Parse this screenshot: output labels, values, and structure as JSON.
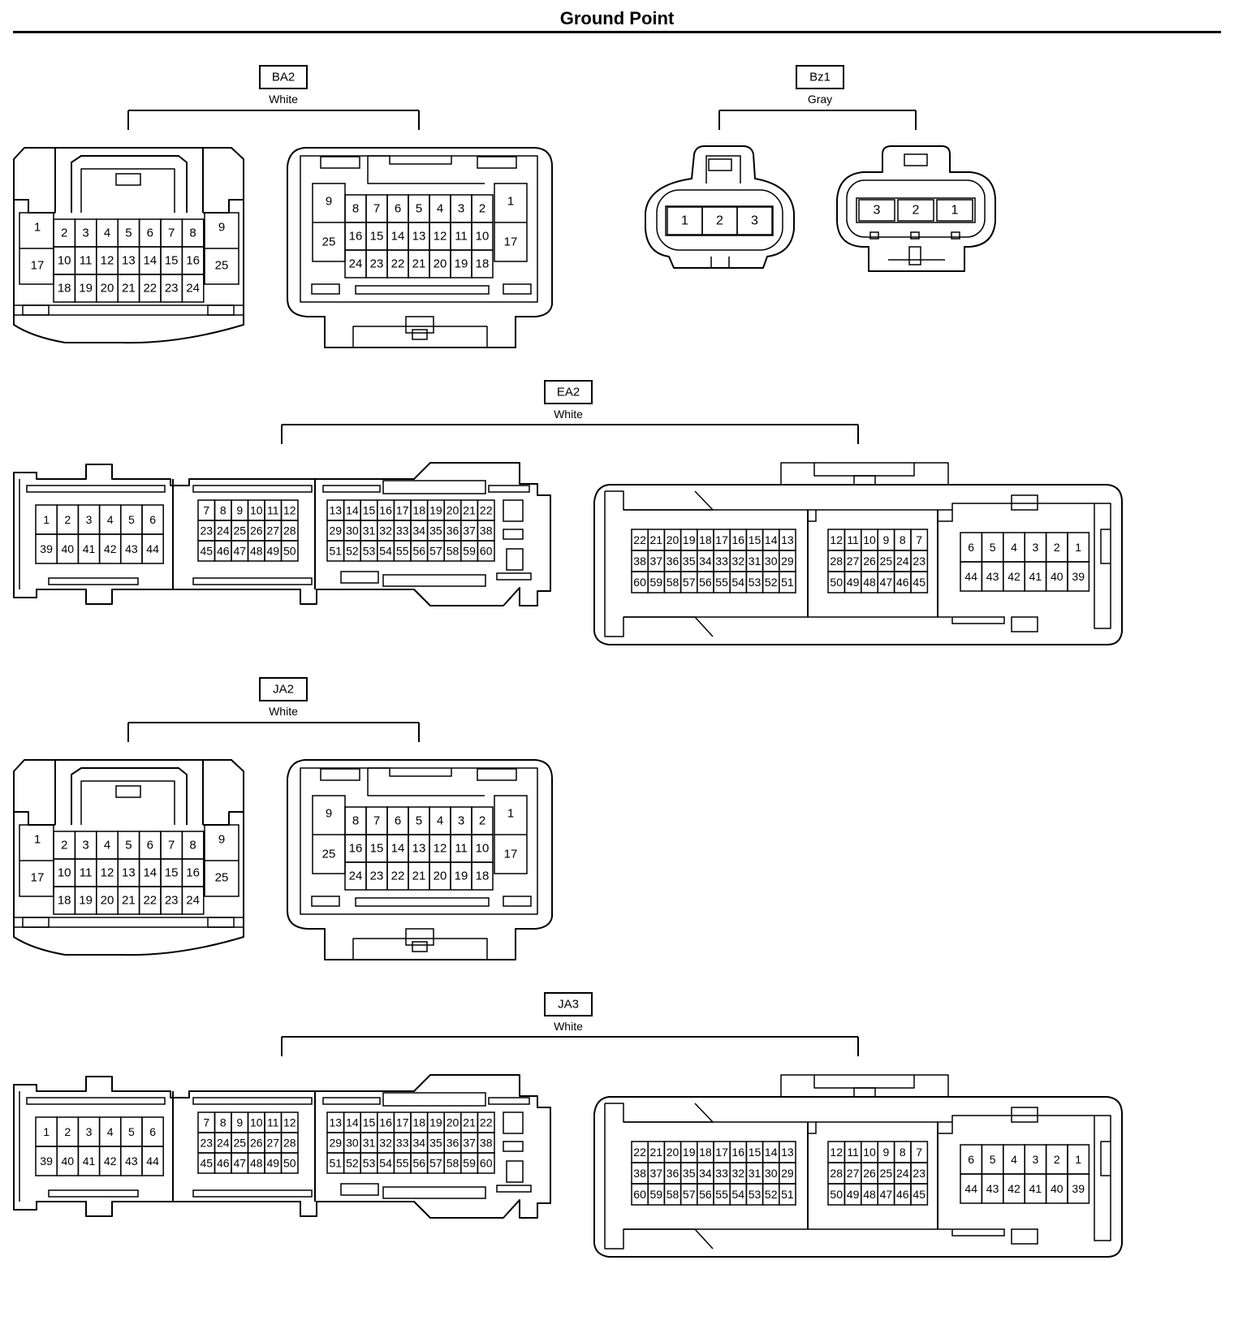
{
  "title": "Ground Point",
  "connectors": [
    {
      "id": "BA2",
      "color": "White",
      "left": {
        "single": {
          "top": "1",
          "bottom": "17"
        },
        "rows": [
          [
            "2",
            "3",
            "4",
            "5",
            "6",
            "7",
            "8"
          ],
          [
            "10",
            "11",
            "12",
            "13",
            "14",
            "15",
            "16"
          ],
          [
            "18",
            "19",
            "20",
            "21",
            "22",
            "23",
            "24"
          ]
        ],
        "single_right": {
          "top": "9",
          "bottom": "25"
        }
      },
      "right": {
        "single": {
          "top": "9",
          "bottom": "25"
        },
        "rows": [
          [
            "8",
            "7",
            "6",
            "5",
            "4",
            "3",
            "2"
          ],
          [
            "16",
            "15",
            "14",
            "13",
            "12",
            "11",
            "10"
          ],
          [
            "24",
            "23",
            "22",
            "21",
            "20",
            "19",
            "18"
          ]
        ],
        "single_right": {
          "top": "1",
          "bottom": "17"
        }
      }
    },
    {
      "id": "Bz1",
      "color": "Gray",
      "left": [
        "1",
        "2",
        "3"
      ],
      "right": [
        "3",
        "2",
        "1"
      ]
    },
    {
      "id": "EA2",
      "color": "White",
      "left": {
        "g1": [
          [
            "1",
            "2",
            "3",
            "4",
            "5",
            "6"
          ],
          [
            "39",
            "40",
            "41",
            "42",
            "43",
            "44"
          ]
        ],
        "g2": [
          [
            "7",
            "8",
            "9",
            "10",
            "11",
            "12"
          ],
          [
            "23",
            "24",
            "25",
            "26",
            "27",
            "28"
          ],
          [
            "45",
            "46",
            "47",
            "48",
            "49",
            "50"
          ]
        ],
        "g3": [
          [
            "13",
            "14",
            "15",
            "16",
            "17",
            "18",
            "19",
            "20",
            "21",
            "22"
          ],
          [
            "29",
            "30",
            "31",
            "32",
            "33",
            "34",
            "35",
            "36",
            "37",
            "38"
          ],
          [
            "51",
            "52",
            "53",
            "54",
            "55",
            "56",
            "57",
            "58",
            "59",
            "60"
          ]
        ]
      },
      "right": {
        "g1": [
          [
            "22",
            "21",
            "20",
            "19",
            "18",
            "17",
            "16",
            "15",
            "14",
            "13"
          ],
          [
            "38",
            "37",
            "36",
            "35",
            "34",
            "33",
            "32",
            "31",
            "30",
            "29"
          ],
          [
            "60",
            "59",
            "58",
            "57",
            "56",
            "55",
            "54",
            "53",
            "52",
            "51"
          ]
        ],
        "g2": [
          [
            "12",
            "11",
            "10",
            "9",
            "8",
            "7"
          ],
          [
            "28",
            "27",
            "26",
            "25",
            "24",
            "23"
          ],
          [
            "50",
            "49",
            "48",
            "47",
            "46",
            "45"
          ]
        ],
        "g3": [
          [
            "6",
            "5",
            "4",
            "3",
            "2",
            "1"
          ],
          [
            "44",
            "43",
            "42",
            "41",
            "40",
            "39"
          ]
        ]
      }
    },
    {
      "id": "JA2",
      "color": "White",
      "left": {
        "single": {
          "top": "1",
          "bottom": "17"
        },
        "rows": [
          [
            "2",
            "3",
            "4",
            "5",
            "6",
            "7",
            "8"
          ],
          [
            "10",
            "11",
            "12",
            "13",
            "14",
            "15",
            "16"
          ],
          [
            "18",
            "19",
            "20",
            "21",
            "22",
            "23",
            "24"
          ]
        ],
        "single_right": {
          "top": "9",
          "bottom": "25"
        }
      },
      "right": {
        "single": {
          "top": "9",
          "bottom": "25"
        },
        "rows": [
          [
            "8",
            "7",
            "6",
            "5",
            "4",
            "3",
            "2"
          ],
          [
            "16",
            "15",
            "14",
            "13",
            "12",
            "11",
            "10"
          ],
          [
            "24",
            "23",
            "22",
            "21",
            "20",
            "19",
            "18"
          ]
        ],
        "single_right": {
          "top": "1",
          "bottom": "17"
        }
      }
    },
    {
      "id": "JA3",
      "color": "White",
      "left": {
        "g1": [
          [
            "1",
            "2",
            "3",
            "4",
            "5",
            "6"
          ],
          [
            "39",
            "40",
            "41",
            "42",
            "43",
            "44"
          ]
        ],
        "g2": [
          [
            "7",
            "8",
            "9",
            "10",
            "11",
            "12"
          ],
          [
            "23",
            "24",
            "25",
            "26",
            "27",
            "28"
          ],
          [
            "45",
            "46",
            "47",
            "48",
            "49",
            "50"
          ]
        ],
        "g3": [
          [
            "13",
            "14",
            "15",
            "16",
            "17",
            "18",
            "19",
            "20",
            "21",
            "22"
          ],
          [
            "29",
            "30",
            "31",
            "32",
            "33",
            "34",
            "35",
            "36",
            "37",
            "38"
          ],
          [
            "51",
            "52",
            "53",
            "54",
            "55",
            "56",
            "57",
            "58",
            "59",
            "60"
          ]
        ]
      },
      "right": {
        "g1": [
          [
            "22",
            "21",
            "20",
            "19",
            "18",
            "17",
            "16",
            "15",
            "14",
            "13"
          ],
          [
            "38",
            "37",
            "36",
            "35",
            "34",
            "33",
            "32",
            "31",
            "30",
            "29"
          ],
          [
            "60",
            "59",
            "58",
            "57",
            "56",
            "55",
            "54",
            "53",
            "52",
            "51"
          ]
        ],
        "g2": [
          [
            "12",
            "11",
            "10",
            "9",
            "8",
            "7"
          ],
          [
            "28",
            "27",
            "26",
            "25",
            "24",
            "23"
          ],
          [
            "50",
            "49",
            "48",
            "47",
            "46",
            "45"
          ]
        ],
        "g3": [
          [
            "6",
            "5",
            "4",
            "3",
            "2",
            "1"
          ],
          [
            "44",
            "43",
            "42",
            "41",
            "40",
            "39"
          ]
        ]
      }
    }
  ]
}
